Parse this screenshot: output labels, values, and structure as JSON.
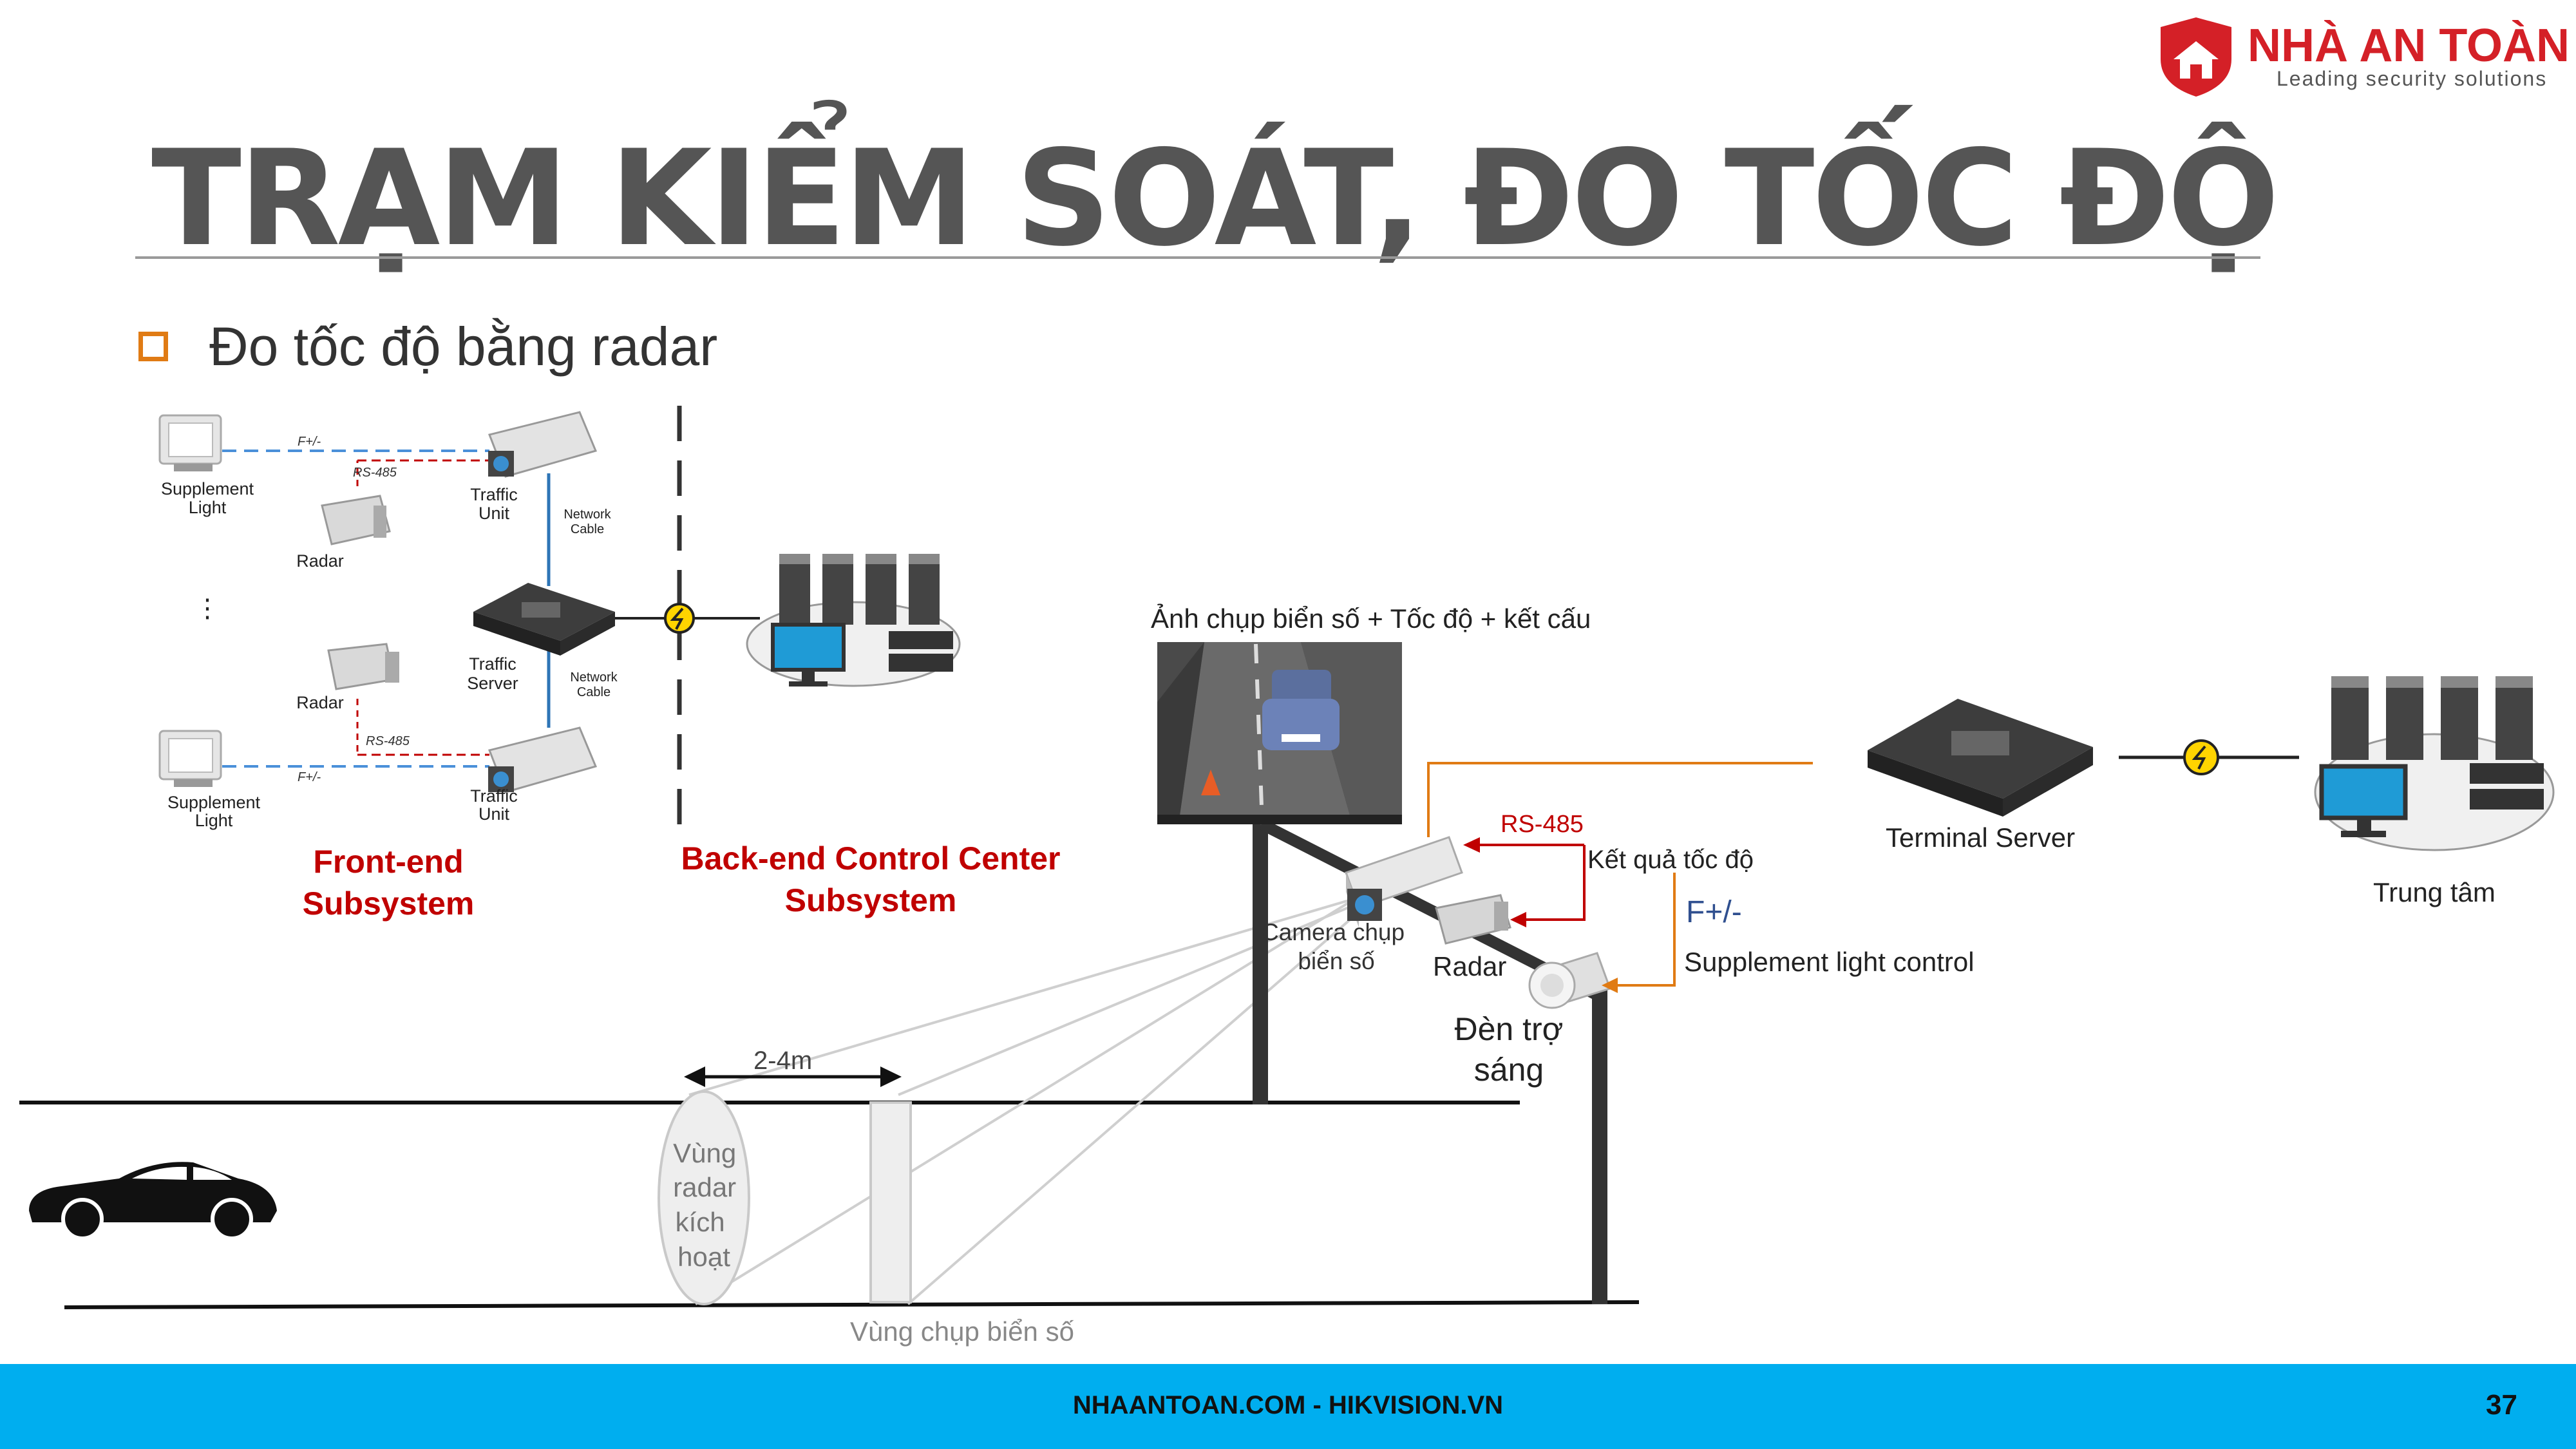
{
  "slide": {
    "title": "TRẠM KIỂM SOÁT, ĐO TỐC ĐỘ",
    "subtitle": "Đo tốc độ bằng radar",
    "page_number": "37",
    "footer": "NHAANTOAN.COM - HIKVISION.VN"
  },
  "logo": {
    "name": "NHÀ AN TOÀN",
    "tagline": "Leading security solutions",
    "color": "#d42027"
  },
  "topology": {
    "supplement_light": "Supplement Light",
    "radar": "Radar",
    "traffic_unit": "Traffic Unit",
    "traffic_server": "Traffic Server",
    "network_cable": "Network Cable",
    "fplus": "F+/-",
    "rs485": "RS-485",
    "ellipsis": "⋮",
    "frontend": "Front-end Subsystem",
    "backend": "Back-end Control Center Subsystem",
    "accent": "#c00000"
  },
  "scene": {
    "photo_caption": "Ảnh chụp biển số + Tốc độ + kết cấu",
    "rs485": "RS-485",
    "speed_result": "Kết quả tốc độ",
    "fplus": "F+/-",
    "supplement_control": "Supplement light control",
    "terminal_server": "Terminal Server",
    "center": "Trung tâm",
    "camera": "Camera chụp biển số",
    "radar": "Radar",
    "light": "Đèn trợ sáng",
    "distance": "2-4m",
    "radar_zone": "Vùng radar kích hoạt",
    "plate_zone": "Vùng chụp biển số",
    "orange": "#e07b14",
    "red": "#c00000"
  }
}
